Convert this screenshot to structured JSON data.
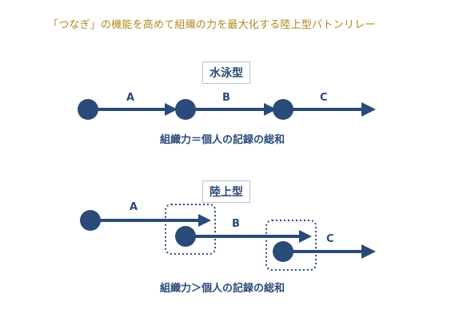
{
  "header": {
    "title": "「つなぎ」の機能を高めて組織の力を最大化する陸上型バトンリレー"
  },
  "swimming": {
    "label": "水泳型",
    "segments": [
      "A",
      "B",
      "C"
    ],
    "caption": "組織力＝個人の記録の総和"
  },
  "track": {
    "label": "陸上型",
    "segments": [
      "A",
      "B",
      "C"
    ],
    "caption": "組織力＞個人の記録の総和"
  },
  "colors": {
    "title": "#b08a1c",
    "primary": "#2a4a78",
    "border": "#b9c2cf"
  }
}
